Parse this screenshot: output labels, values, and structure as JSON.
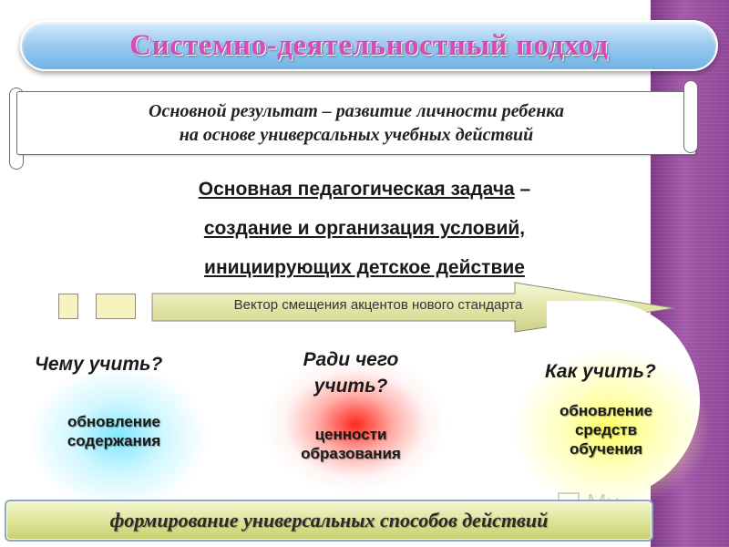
{
  "title": "Системно-деятельностный подход",
  "scroll": {
    "line1": "Основной результат – развитие личности ребенка",
    "line2": "на основе  универсальных учебных действий"
  },
  "task": {
    "line1_underlined": "Основная педагогическая задача",
    "line1_rest": " –",
    "line2": "создание и организация условий,",
    "line3": "инициирующих  детское действие"
  },
  "vector": {
    "label": "Вектор смещения акцентов нового стандарта"
  },
  "columns": [
    {
      "question": "Чему учить?",
      "answer_lines": [
        "обновление",
        "содержания"
      ],
      "glow_color": "#78e6ff"
    },
    {
      "question_lines": [
        "Ради чего",
        "учить?"
      ],
      "answer_lines": [
        "ценности",
        "образования"
      ],
      "glow_color": "#ff1e14"
    },
    {
      "question": "Как учить?",
      "answer_lines": [
        "обновление",
        "средств",
        "обучения"
      ],
      "glow_color": "#ffff5a"
    }
  ],
  "bottom": {
    "text": "формирование универсальных  способов действий"
  },
  "watermark": {
    "text": "Mu"
  },
  "colors": {
    "title_text": "#d64bb5",
    "title_bg": "#9fcdf0",
    "side_stripe": "#8f4897",
    "square_fill": "#f6f3c0",
    "arrow_fill": "#e2e5a8",
    "bottom_bar": "#dfe59a"
  },
  "icons": {
    "watermark_icon": "presentation-board-icon",
    "scroll_decoration": "scroll-curl-icon"
  }
}
